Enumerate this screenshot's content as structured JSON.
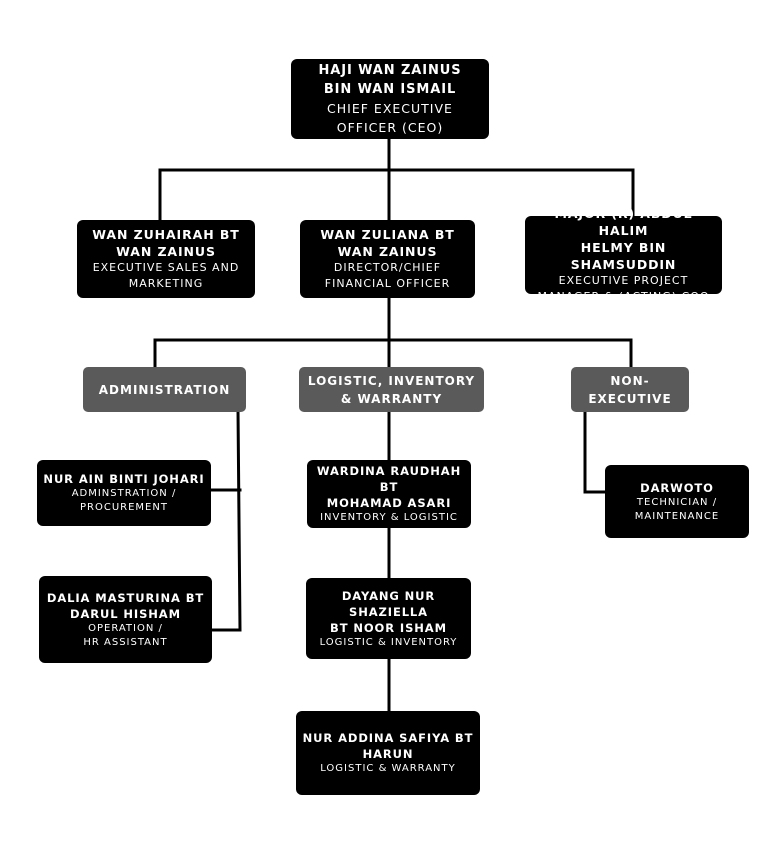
{
  "ceo": {
    "name": "HAJI WAN ZAINUS\nBIN WAN ISMAIL",
    "role": "CHIEF EXECUTIVE\nOFFICER (CEO)"
  },
  "level2": {
    "sales": {
      "name": "WAN ZUHAIRAH BT\nWAN ZAINUS",
      "role": "EXECUTIVE SALES AND\nMARKETING"
    },
    "cfo": {
      "name": "WAN ZULIANA BT\nWAN ZAINUS",
      "role": "DIRECTOR/CHIEF\nFINANCIAL OFFICER"
    },
    "coo": {
      "name": "MAJOR (R) ABDUL HALIM\nHELMY BIN SHAMSUDDIN",
      "role": "EXECUTIVE PROJECT\nMANAGER & (ACTING) COO"
    }
  },
  "departments": {
    "administration": "ADMINISTRATION",
    "logistic": "LOGISTIC, INVENTORY\n& WARRANTY",
    "non_executive": "NON-\nEXECUTIVE"
  },
  "staff": {
    "nur_ain": {
      "name": "NUR AIN BINTI JOHARI",
      "role": "ADMINSTRATION /\nPROCUREMENT"
    },
    "dalia": {
      "name": "DALIA MASTURINA BT\nDARUL HISHAM",
      "role": "OPERATION /\nHR ASSISTANT"
    },
    "wardina": {
      "name": "WARDINA RAUDHAH BT\nMOHAMAD ASARI",
      "role": "INVENTORY & LOGISTIC"
    },
    "dayang": {
      "name": "DAYANG NUR\nSHAZIELLA\nBT NOOR ISHAM",
      "role": "LOGISTIC & INVENTORY"
    },
    "nur_addina": {
      "name": "NUR ADDINA SAFIYA BT\nHARUN",
      "role": "LOGISTIC & WARRANTY"
    },
    "darwoto": {
      "name": "DARWOTO",
      "role": "TECHNICIAN /\nMAINTENANCE"
    }
  },
  "colors": {
    "box": "#000000",
    "department": "#5a5a5a",
    "text": "#ffffff",
    "line": "#000000"
  }
}
